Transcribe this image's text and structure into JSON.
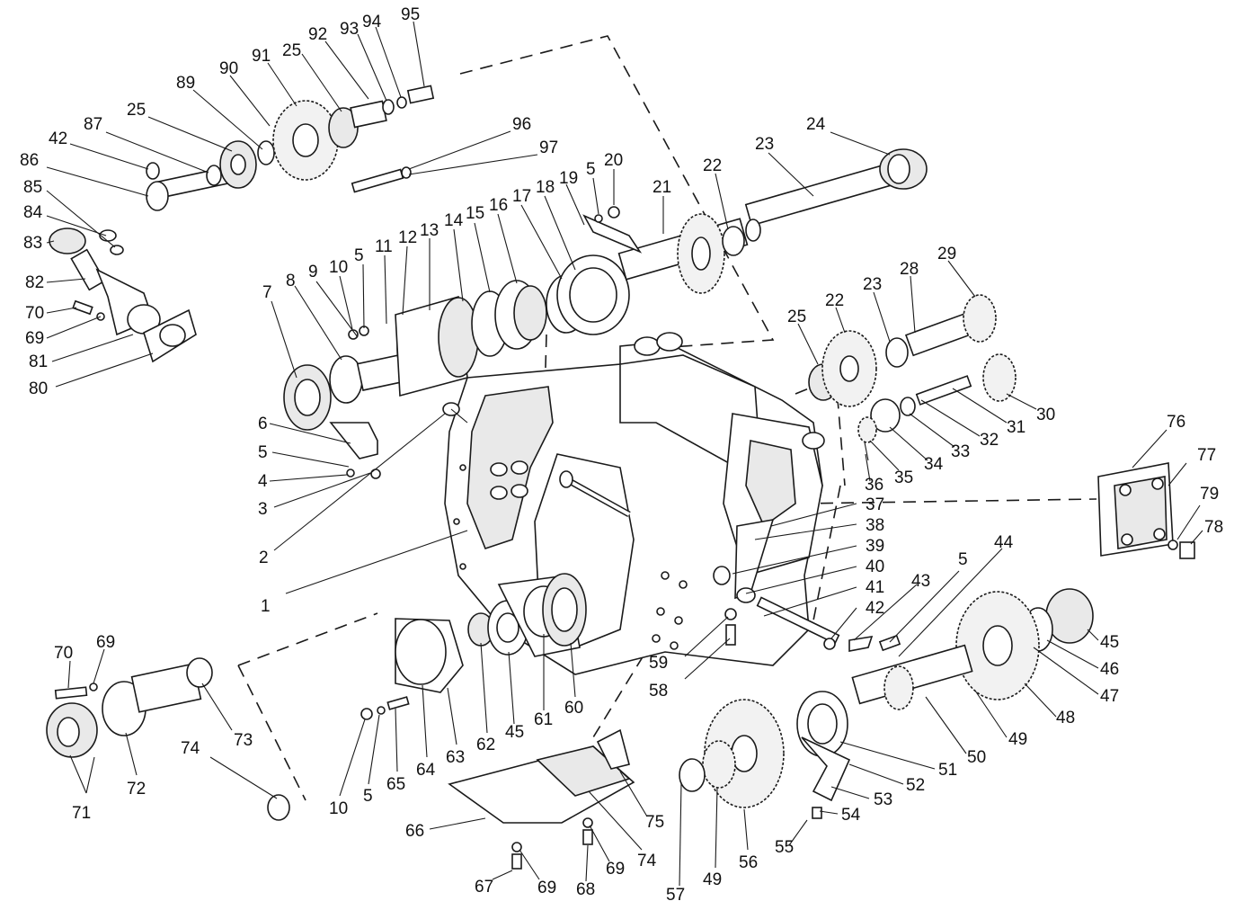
{
  "diagram": {
    "title": "",
    "callouts": [
      {
        "id": "c1",
        "label": "1"
      },
      {
        "id": "c2",
        "label": "2"
      },
      {
        "id": "c3",
        "label": "3"
      },
      {
        "id": "c4",
        "label": "4"
      },
      {
        "id": "c5a",
        "label": "5"
      },
      {
        "id": "c6",
        "label": "6"
      },
      {
        "id": "c7",
        "label": "7"
      },
      {
        "id": "c8",
        "label": "8"
      },
      {
        "id": "c9",
        "label": "9"
      },
      {
        "id": "c10a",
        "label": "10"
      },
      {
        "id": "c5b",
        "label": "5"
      },
      {
        "id": "c11",
        "label": "11"
      },
      {
        "id": "c12",
        "label": "12"
      },
      {
        "id": "c13",
        "label": "13"
      },
      {
        "id": "c14",
        "label": "14"
      },
      {
        "id": "c15",
        "label": "15"
      },
      {
        "id": "c16",
        "label": "16"
      },
      {
        "id": "c17",
        "label": "17"
      },
      {
        "id": "c18",
        "label": "18"
      },
      {
        "id": "c19",
        "label": "19"
      },
      {
        "id": "c5c",
        "label": "5"
      },
      {
        "id": "c20",
        "label": "20"
      },
      {
        "id": "c21",
        "label": "21"
      },
      {
        "id": "c22a",
        "label": "22"
      },
      {
        "id": "c23a",
        "label": "23"
      },
      {
        "id": "c24",
        "label": "24"
      },
      {
        "id": "c25a",
        "label": "25"
      },
      {
        "id": "c22b",
        "label": "22"
      },
      {
        "id": "c23b",
        "label": "23"
      },
      {
        "id": "c28",
        "label": "28"
      },
      {
        "id": "c29",
        "label": "29"
      },
      {
        "id": "c30",
        "label": "30"
      },
      {
        "id": "c31",
        "label": "31"
      },
      {
        "id": "c32",
        "label": "32"
      },
      {
        "id": "c33",
        "label": "33"
      },
      {
        "id": "c34",
        "label": "34"
      },
      {
        "id": "c35",
        "label": "35"
      },
      {
        "id": "c36",
        "label": "36"
      },
      {
        "id": "c37",
        "label": "37"
      },
      {
        "id": "c38",
        "label": "38"
      },
      {
        "id": "c39",
        "label": "39"
      },
      {
        "id": "c40",
        "label": "40"
      },
      {
        "id": "c41",
        "label": "41"
      },
      {
        "id": "c42a",
        "label": "42"
      },
      {
        "id": "c43",
        "label": "43"
      },
      {
        "id": "c5d",
        "label": "5"
      },
      {
        "id": "c44",
        "label": "44"
      },
      {
        "id": "c45a",
        "label": "45"
      },
      {
        "id": "c46",
        "label": "46"
      },
      {
        "id": "c47",
        "label": "47"
      },
      {
        "id": "c48",
        "label": "48"
      },
      {
        "id": "c49a",
        "label": "49"
      },
      {
        "id": "c50",
        "label": "50"
      },
      {
        "id": "c51",
        "label": "51"
      },
      {
        "id": "c52",
        "label": "52"
      },
      {
        "id": "c53",
        "label": "53"
      },
      {
        "id": "c54",
        "label": "54"
      },
      {
        "id": "c55",
        "label": "55"
      },
      {
        "id": "c56",
        "label": "56"
      },
      {
        "id": "c49b",
        "label": "49"
      },
      {
        "id": "c57",
        "label": "57"
      },
      {
        "id": "c58",
        "label": "58"
      },
      {
        "id": "c59",
        "label": "59"
      },
      {
        "id": "c60",
        "label": "60"
      },
      {
        "id": "c61",
        "label": "61"
      },
      {
        "id": "c45b",
        "label": "45"
      },
      {
        "id": "c62",
        "label": "62"
      },
      {
        "id": "c63",
        "label": "63"
      },
      {
        "id": "c64",
        "label": "64"
      },
      {
        "id": "c65",
        "label": "65"
      },
      {
        "id": "c5e",
        "label": "5"
      },
      {
        "id": "c10b",
        "label": "10"
      },
      {
        "id": "c66",
        "label": "66"
      },
      {
        "id": "c67",
        "label": "67"
      },
      {
        "id": "c69a",
        "label": "69"
      },
      {
        "id": "c68",
        "label": "68"
      },
      {
        "id": "c69b",
        "label": "69"
      },
      {
        "id": "c74a",
        "label": "74"
      },
      {
        "id": "c75",
        "label": "75"
      },
      {
        "id": "c74b",
        "label": "74"
      },
      {
        "id": "c73",
        "label": "73"
      },
      {
        "id": "c72",
        "label": "72"
      },
      {
        "id": "c71",
        "label": "71"
      },
      {
        "id": "c70a",
        "label": "70"
      },
      {
        "id": "c69c",
        "label": "69"
      },
      {
        "id": "c76",
        "label": "76"
      },
      {
        "id": "c77",
        "label": "77"
      },
      {
        "id": "c79",
        "label": "79"
      },
      {
        "id": "c78",
        "label": "78"
      },
      {
        "id": "c80",
        "label": "80"
      },
      {
        "id": "c81",
        "label": "81"
      },
      {
        "id": "c69d",
        "label": "69"
      },
      {
        "id": "c70b",
        "label": "70"
      },
      {
        "id": "c82",
        "label": "82"
      },
      {
        "id": "c83",
        "label": "83"
      },
      {
        "id": "c84",
        "label": "84"
      },
      {
        "id": "c85",
        "label": "85"
      },
      {
        "id": "c86",
        "label": "86"
      },
      {
        "id": "c42b",
        "label": "42"
      },
      {
        "id": "c87",
        "label": "87"
      },
      {
        "id": "c25b",
        "label": "25"
      },
      {
        "id": "c89",
        "label": "89"
      },
      {
        "id": "c90",
        "label": "90"
      },
      {
        "id": "c91",
        "label": "91"
      },
      {
        "id": "c25c",
        "label": "25"
      },
      {
        "id": "c92",
        "label": "92"
      },
      {
        "id": "c93",
        "label": "93"
      },
      {
        "id": "c94",
        "label": "94"
      },
      {
        "id": "c95",
        "label": "95"
      },
      {
        "id": "c96",
        "label": "96"
      },
      {
        "id": "c97",
        "label": "97"
      }
    ]
  }
}
